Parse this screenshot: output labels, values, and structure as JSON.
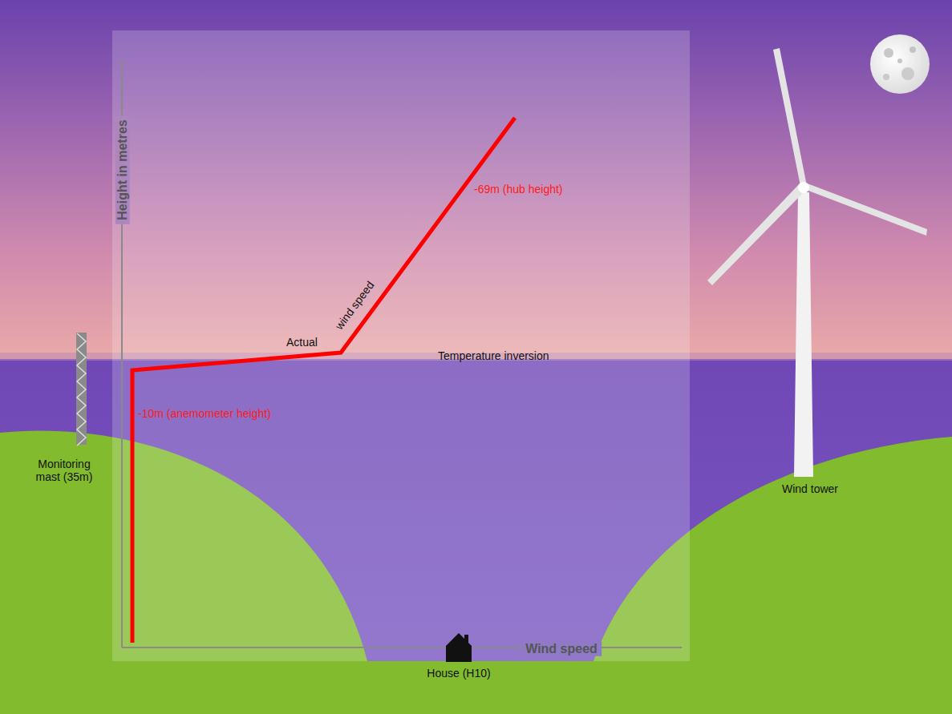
{
  "diagram": {
    "labels": [
      "Height in metres",
      "Wind speed",
      "-10m (anemometer height)",
      "Actual",
      "wind speed",
      "-69m (hub height)",
      "Temperature inversion",
      "Monitoring mast (35m)",
      "Wind tower",
      "House (H10)"
    ]
  }
}
